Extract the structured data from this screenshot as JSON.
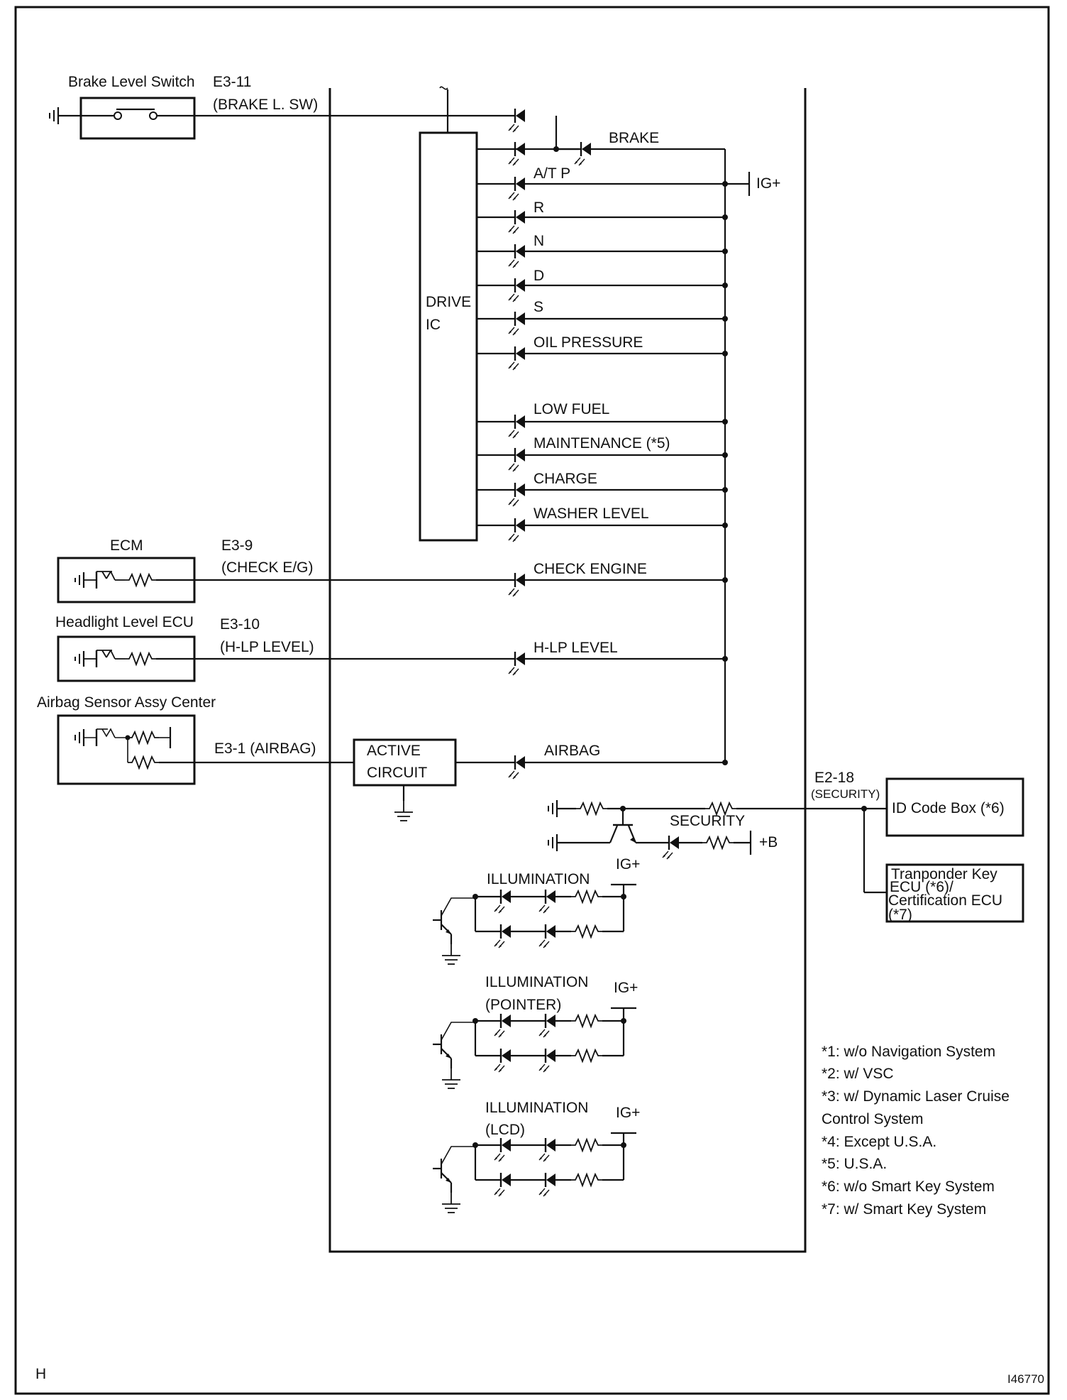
{
  "labels": {
    "brake_level_switch": "Brake Level Switch",
    "pin_e3_11": "E3-11",
    "sig_brake_l_sw": "(BRAKE L. SW)",
    "ecm": "ECM",
    "pin_e3_9": "E3-9",
    "sig_check_eg": "(CHECK E/G)",
    "headlight_level_ecu": "Headlight Level ECU",
    "pin_e3_10": "E3-10",
    "sig_hlp_level": "(H-LP LEVEL)",
    "airbag_sensor": "Airbag Sensor Assy Center",
    "pin_e3_1": "E3-1 (AIRBAG)",
    "drive_ic_line1": "DRIVE",
    "drive_ic_line2": "IC",
    "active_circuit_line1": "ACTIVE",
    "active_circuit_line2": "CIRCUIT",
    "ig_plus": "IG+",
    "plus_b": "+B",
    "security": "SECURITY",
    "pin_e2_18": "E2-18",
    "sig_security": "(SECURITY)",
    "id_code_box": "ID Code Box (*6)",
    "transponder_lines": [
      "Tranponder Key",
      "ECU (*6)/",
      "Certification ECU",
      "(*7)"
    ],
    "illum1": "ILLUMINATION",
    "illum2_line1": "ILLUMINATION",
    "illum2_line2": "(POINTER)",
    "illum3_line1": "ILLUMINATION",
    "illum3_line2": "(LCD)",
    "corner_letter": "H",
    "figure_id": "I46770"
  },
  "indicators": [
    {
      "name": "brake",
      "label": "BRAKE"
    },
    {
      "name": "atp",
      "label": "A/T P"
    },
    {
      "name": "r",
      "label": "R"
    },
    {
      "name": "n",
      "label": "N"
    },
    {
      "name": "d",
      "label": "D"
    },
    {
      "name": "s",
      "label": "S"
    },
    {
      "name": "oil-pressure",
      "label": "OIL PRESSURE"
    },
    {
      "name": "low-fuel",
      "label": "LOW FUEL"
    },
    {
      "name": "maintenance",
      "label": "MAINTENANCE (*5)"
    },
    {
      "name": "charge",
      "label": "CHARGE"
    },
    {
      "name": "washer-level",
      "label": "WASHER LEVEL"
    },
    {
      "name": "check-engine",
      "label": "CHECK ENGINE"
    },
    {
      "name": "hlp-level",
      "label": "H-LP LEVEL"
    },
    {
      "name": "airbag",
      "label": "AIRBAG"
    }
  ],
  "notes": [
    "*1: w/o Navigation System",
    "*2: w/ VSC",
    "*3: w/ Dynamic Laser Cruise",
    "Control System",
    "*4: Except U.S.A.",
    "*5: U.S.A.",
    "*6: w/o Smart Key System",
    "*7: w/ Smart Key System"
  ]
}
